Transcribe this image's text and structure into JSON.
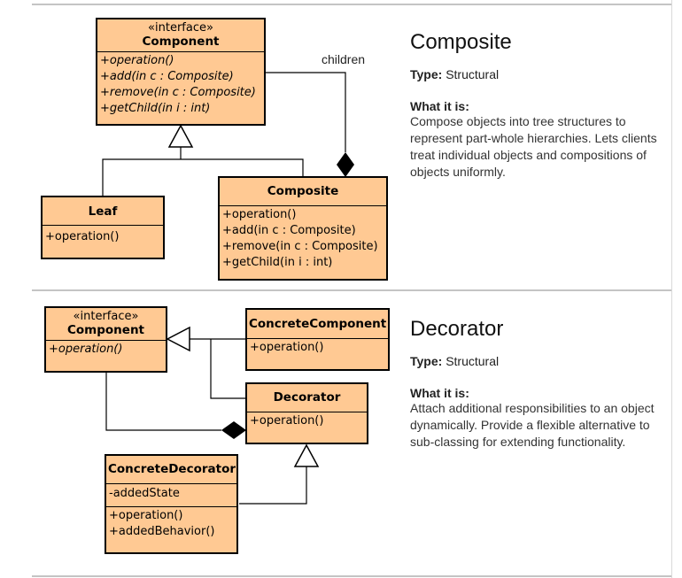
{
  "composite": {
    "component": {
      "stereotype": "«interface»",
      "name": "Component",
      "methods": [
        "+operation()",
        "+add(in c : Composite)",
        "+remove(in c : Composite)",
        "+getChild(in i : int)"
      ]
    },
    "leaf": {
      "name": "Leaf",
      "methods": [
        "+operation()"
      ]
    },
    "composite_class": {
      "name": "Composite",
      "methods": [
        "+operation()",
        "+add(in c : Composite)",
        "+remove(in c : Composite)",
        "+getChild(in i : int)"
      ]
    },
    "children_label": "children",
    "title": "Composite",
    "type_label": "Type:",
    "type_value": "Structural",
    "what_label": "What it is:",
    "what_text": "Compose objects into tree structures to represent part-whole hierarchies. Lets clients treat individual objects and compositions of objects uniformly."
  },
  "decorator": {
    "component": {
      "stereotype": "«interface»",
      "name": "Component",
      "methods": [
        "+operation()"
      ]
    },
    "concrete_component": {
      "name": "ConcreteComponent",
      "methods": [
        "+operation()"
      ]
    },
    "decorator_class": {
      "name": "Decorator",
      "methods": [
        "+operation()"
      ]
    },
    "concrete_decorator": {
      "name": "ConcreteDecorator",
      "fields": [
        "-addedState"
      ],
      "methods": [
        "+operation()",
        "+addedBehavior()"
      ]
    },
    "title": "Decorator",
    "type_label": "Type:",
    "type_value": "Structural",
    "what_label": "What it is:",
    "what_text": "Attach additional responsibilities to an object dynamically. Provide a flexible alternative to sub-classing for extending functionality."
  },
  "colors": {
    "class_fill": "#ffc993",
    "rule": "#c4c4c4"
  }
}
